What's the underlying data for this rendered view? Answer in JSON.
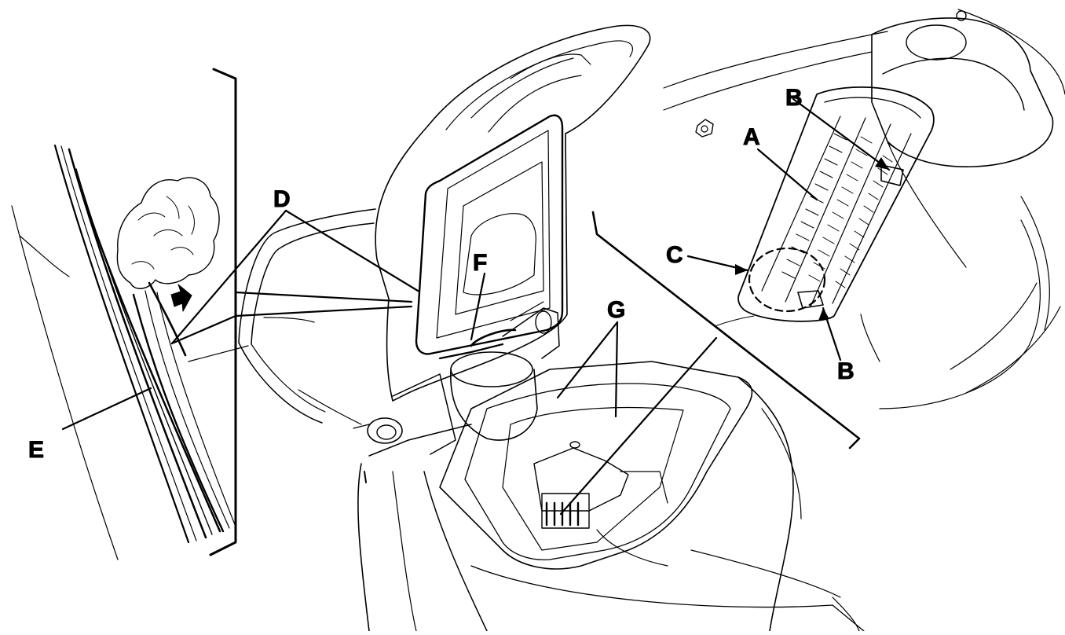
{
  "labels": {
    "a": "A",
    "b_top": "B",
    "b_bottom": "B",
    "c": "C",
    "d": "D",
    "e": "E",
    "f": "F",
    "g": "G"
  },
  "colors": {
    "ink": "#000000",
    "paper": "#ffffff"
  }
}
